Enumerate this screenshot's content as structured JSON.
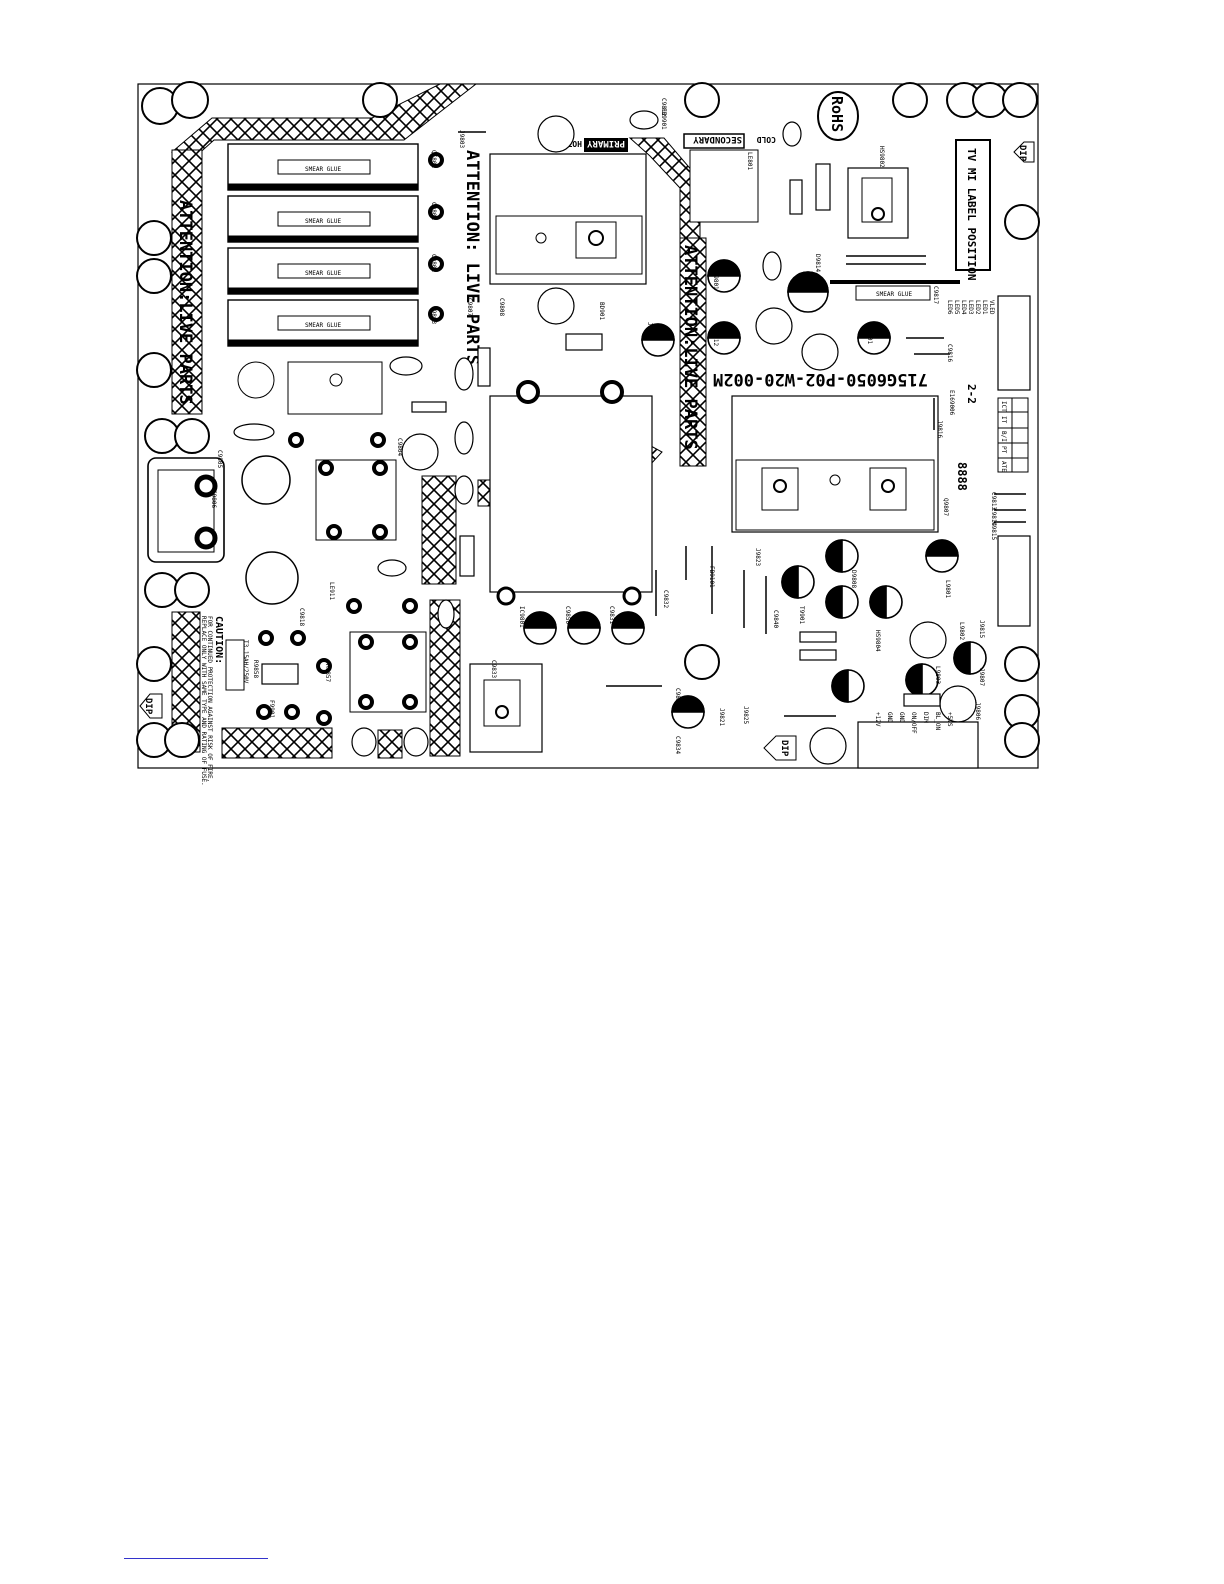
{
  "pcb": {
    "board_part_number": "715G6050-P02-W20-002M",
    "rohs_mark": "RoHS",
    "attention_left": "ATTENTION:LIVE PARTS",
    "attention_center": "ATTENTION: LIVE PARTS",
    "attention_right": "ATTENTION:LIVE PARTS",
    "primary_label": "PRIMARY",
    "hot_label": "HOT",
    "secondary_label": "SECONDARY",
    "cold_label": "COLD",
    "smear_glue": "SMEAR GLUE",
    "tv_label_position": "TV MI LABEL POSITION",
    "dip_label": "DIP",
    "caution_title": "CAUTION:",
    "caution_text_1": "FOR CONTINUED PROTECTION AGAINST RISK OF FIRE,",
    "caution_text_2": "REPLACE ONLY WITH SAME TYPE AND RATING OF FUSE.",
    "fuse_rating": "T3.15AH/250V",
    "version_mark": "2-2",
    "cert_code": "E169006",
    "connector_pins_right": [
      "VLED",
      "LED1",
      "LED2",
      "LED3",
      "LED4",
      "LED5",
      "LED6"
    ],
    "connector_pins_bottom": [
      "+12V",
      "GND",
      "GND",
      "ON/OFF",
      "DIM",
      "BL_ON",
      "+5VS"
    ],
    "ict_table": [
      "ICT",
      "IT",
      "B/I",
      "PT",
      "ATE"
    ],
    "digits": "8888",
    "ref_designators": [
      "C9812",
      "J9803",
      "LE801",
      "HS9802",
      "QE802",
      "C9801",
      "C9802",
      "C9803",
      "C9804",
      "C9805",
      "C9806",
      "C9807",
      "C9808",
      "BD901",
      "J9030",
      "CN9801",
      "R9812",
      "D9814",
      "Q9801",
      "IC9801",
      "C9850",
      "C9831",
      "C9832",
      "C9833",
      "C9834",
      "C9835",
      "J9821",
      "J9825",
      "J9823",
      "FB9101",
      "C9840",
      "T9901",
      "D9808",
      "HS9804",
      "L9801",
      "L9802",
      "L9803",
      "J9815",
      "J9807",
      "J9806",
      "J9816",
      "Q9807",
      "C9813",
      "C9814",
      "C9815",
      "C9816",
      "C9817",
      "C9818",
      "LE911",
      "R9857",
      "R9858",
      "F9901",
      "FB9901"
    ]
  }
}
